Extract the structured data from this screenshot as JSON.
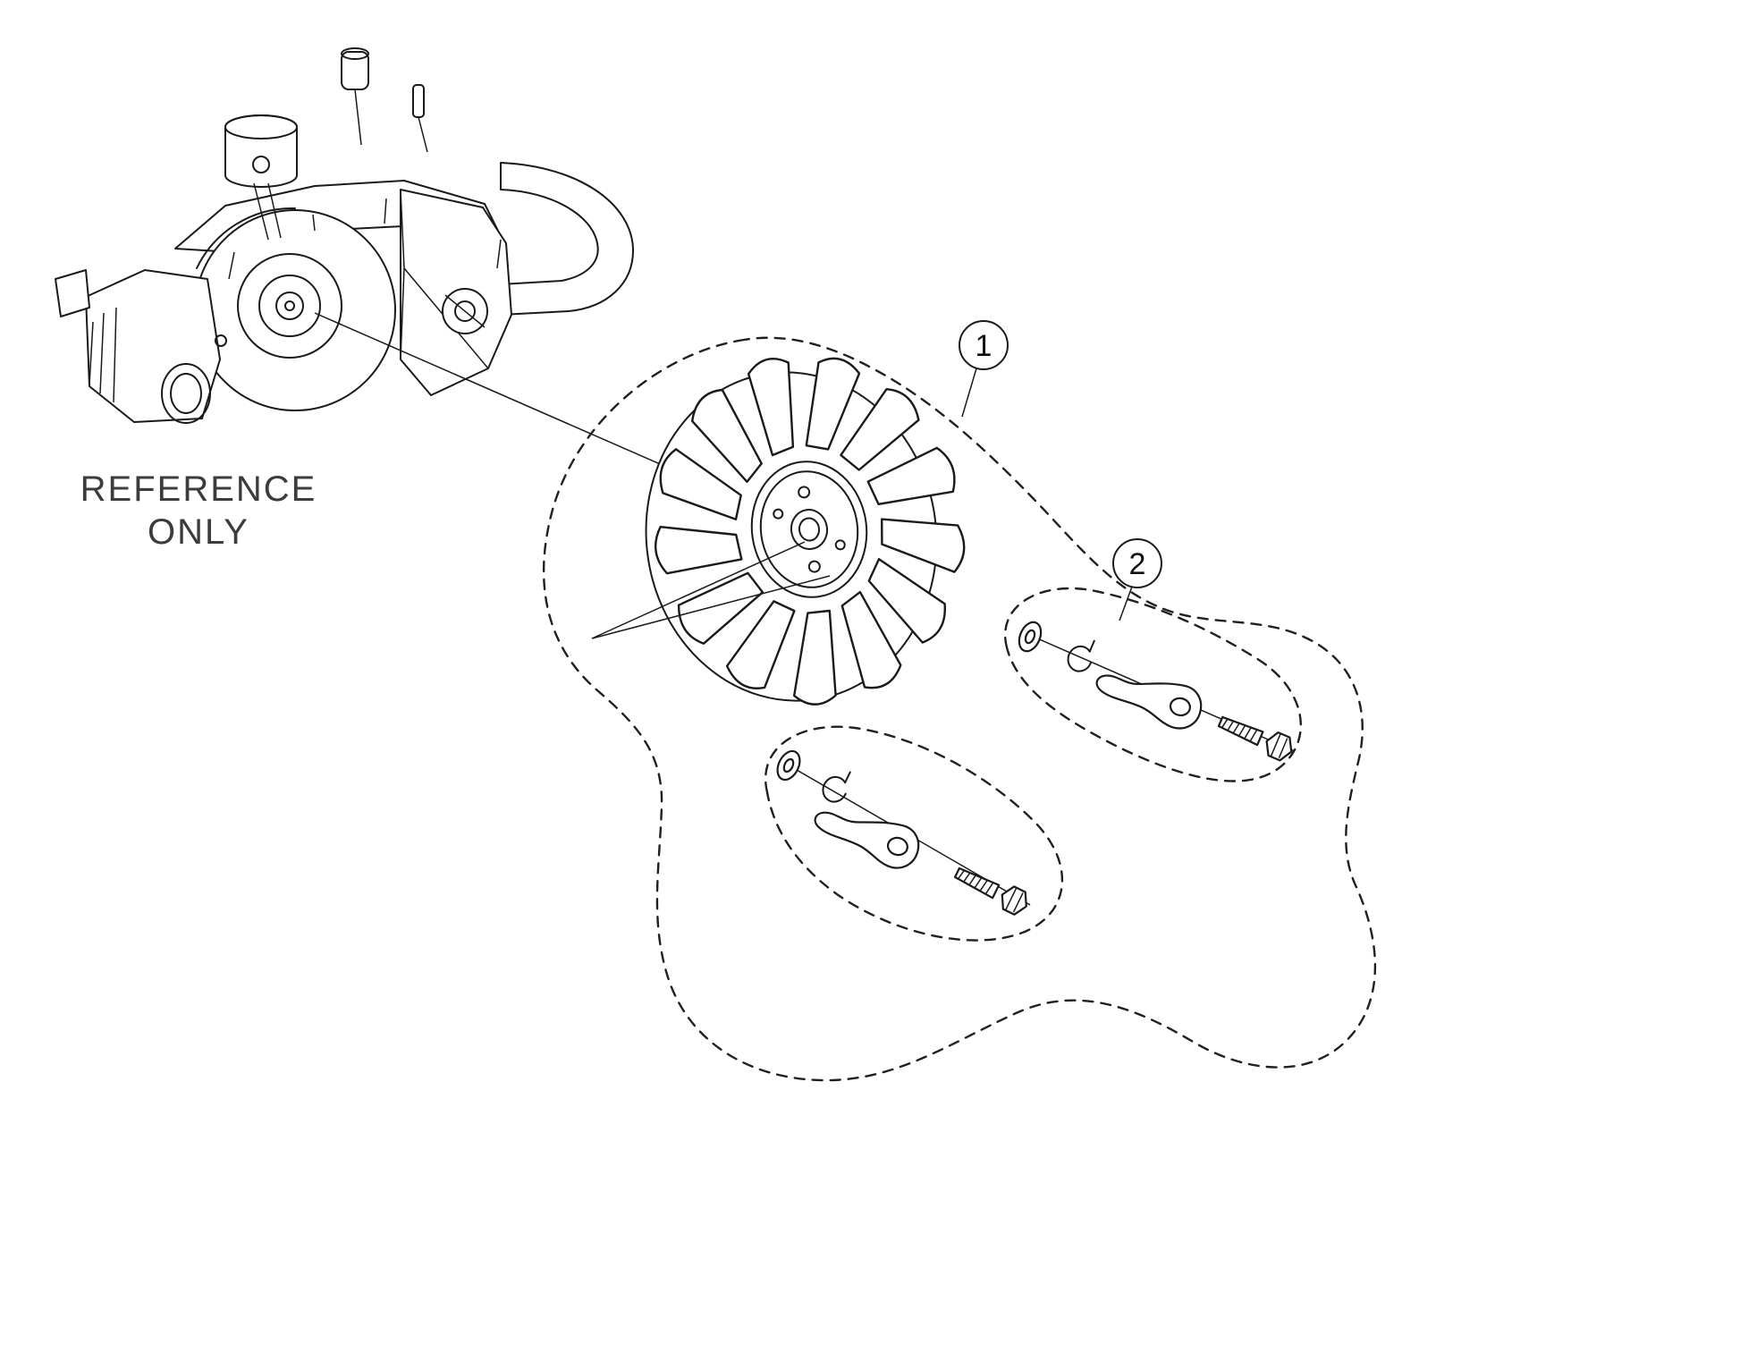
{
  "page": {
    "background_color": "#ffffff",
    "line_color": "#1a1a1a",
    "text_color": "#3c3c3c"
  },
  "reference": {
    "line1": "REFERENCE",
    "line2": "ONLY"
  },
  "callouts": [
    {
      "label": "1"
    },
    {
      "label": "2"
    }
  ]
}
